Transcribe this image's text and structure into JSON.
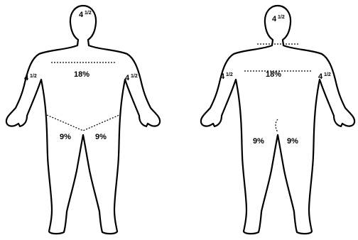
{
  "figures": [
    {
      "view": "front",
      "labels": {
        "head": {
          "whole": "4",
          "fraction": "1/2"
        },
        "right_arm": {
          "whole": "4",
          "fraction": "1/2"
        },
        "left_arm": {
          "whole": "4",
          "fraction": "1/2"
        },
        "trunk": "18%",
        "right_leg": "9%",
        "left_leg": "9%"
      }
    },
    {
      "view": "back",
      "labels": {
        "head": {
          "whole": "4",
          "fraction": "1/2"
        },
        "right_arm": {
          "whole": "4",
          "fraction": "1/2"
        },
        "left_arm": {
          "whole": "4",
          "fraction": "1/2"
        },
        "trunk": "18%",
        "right_leg": "9%",
        "left_leg": "9%"
      }
    }
  ]
}
